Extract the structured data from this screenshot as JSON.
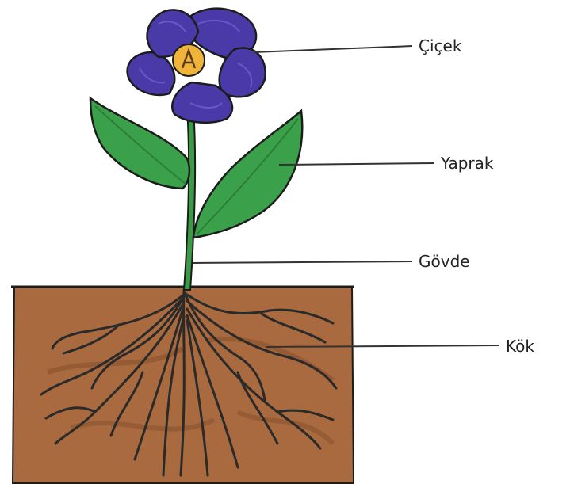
{
  "diagram": {
    "labels": {
      "flower": "Çiçek",
      "leaf": "Yaprak",
      "stem": "Gövde",
      "root": "Kök"
    }
  },
  "colors": {
    "petal": "#4a3aa8",
    "petal_light": "#6a58c8",
    "center": "#f0b43a",
    "leaf": "#3aa14a",
    "leaf_dark": "#2c7d38",
    "stem": "#3a9a46",
    "soil": "#a86a3e",
    "soil_dark": "#7f4c2a",
    "root": "#2a2a2a",
    "outline": "#1c1c1c",
    "line": "#333333"
  }
}
